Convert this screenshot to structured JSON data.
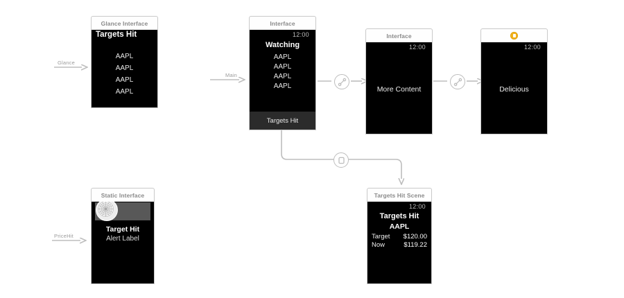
{
  "canvas": {
    "background": "#ffffff",
    "wire_color": "#bdbdbd",
    "accent_badge_color": "#f2b21c",
    "screen_background": "#000000"
  },
  "scenes": [
    {
      "id": "glance-interface",
      "title": "Glance Interface",
      "time": "",
      "header": "Targets Hit",
      "rows": [
        "AAPL",
        "AAPL",
        "AAPL",
        "AAPL"
      ]
    },
    {
      "id": "interface",
      "title": "Interface",
      "time": "12:00",
      "header": "Watching",
      "rows": [
        "AAPL",
        "AAPL",
        "AAPL",
        "AAPL"
      ],
      "button": "Targets Hit"
    },
    {
      "id": "more-content-interface",
      "title": "Interface",
      "time": "12:00",
      "body_text": "More Content"
    },
    {
      "id": "delicious-interface",
      "title": "",
      "title_icon": "page-badge-icon",
      "time": "12:00",
      "body_text": "Delicious"
    },
    {
      "id": "static-interface",
      "title": "Static Interface",
      "notification_icon": "globe-icon",
      "header": "Target Hit",
      "subtitle": "Alert Label"
    },
    {
      "id": "targets-hit-scene",
      "title": "Targets Hit Scene",
      "time": "12:00",
      "header": "Targets Hit",
      "symbol": "AAPL",
      "details": [
        {
          "label": "Target",
          "value": "$120.00"
        },
        {
          "label": "Now",
          "value": "$119.22"
        }
      ]
    }
  ],
  "connections": [
    {
      "id": "glance-entry",
      "label": "Glance",
      "icon": "arrow-right-icon"
    },
    {
      "id": "main-entry",
      "label": "Main",
      "icon": "arrow-right-icon"
    },
    {
      "id": "push-segue-1",
      "label": "",
      "icon": "push-segue-icon"
    },
    {
      "id": "push-segue-2",
      "label": "",
      "icon": "push-segue-icon"
    },
    {
      "id": "modal-segue",
      "label": "",
      "icon": "modal-segue-icon"
    },
    {
      "id": "pricehit-entry",
      "label": "PriceHit",
      "icon": "arrow-right-icon"
    }
  ]
}
